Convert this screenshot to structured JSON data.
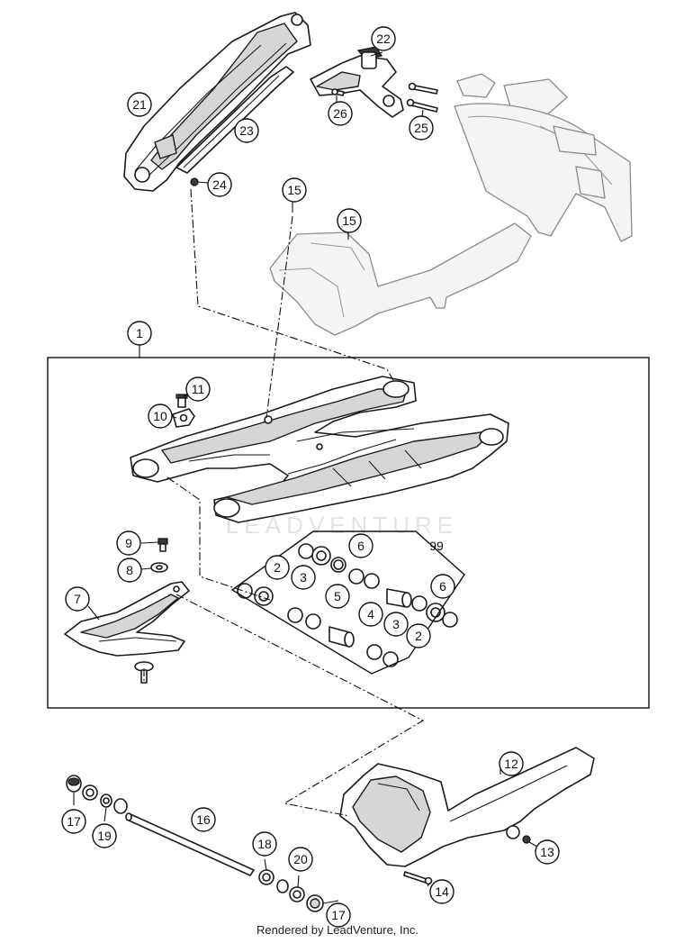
{
  "callouts": [
    {
      "id": "c1",
      "label": "1"
    },
    {
      "id": "c2a",
      "label": "2"
    },
    {
      "id": "c2b",
      "label": "2"
    },
    {
      "id": "c3a",
      "label": "3"
    },
    {
      "id": "c3b",
      "label": "3"
    },
    {
      "id": "c4",
      "label": "4"
    },
    {
      "id": "c5",
      "label": "5"
    },
    {
      "id": "c6a",
      "label": "6"
    },
    {
      "id": "c6b",
      "label": "6"
    },
    {
      "id": "c7",
      "label": "7"
    },
    {
      "id": "c8",
      "label": "8"
    },
    {
      "id": "c9",
      "label": "9"
    },
    {
      "id": "c10",
      "label": "10"
    },
    {
      "id": "c11",
      "label": "11"
    },
    {
      "id": "c12",
      "label": "12"
    },
    {
      "id": "c13",
      "label": "13"
    },
    {
      "id": "c14",
      "label": "14"
    },
    {
      "id": "c15a",
      "label": "15"
    },
    {
      "id": "c15b",
      "label": "15"
    },
    {
      "id": "c16",
      "label": "16"
    },
    {
      "id": "c17a",
      "label": "17"
    },
    {
      "id": "c17b",
      "label": "17"
    },
    {
      "id": "c18",
      "label": "18"
    },
    {
      "id": "c19",
      "label": "19"
    },
    {
      "id": "c20",
      "label": "20"
    },
    {
      "id": "c21",
      "label": "21"
    },
    {
      "id": "c22",
      "label": "22"
    },
    {
      "id": "c23",
      "label": "23"
    },
    {
      "id": "c24",
      "label": "24"
    },
    {
      "id": "c25",
      "label": "25"
    },
    {
      "id": "c26",
      "label": "26"
    }
  ],
  "kit_label": "99",
  "watermark": "LEADVENTURE",
  "footer": "Rendered by LeadVenture, Inc."
}
